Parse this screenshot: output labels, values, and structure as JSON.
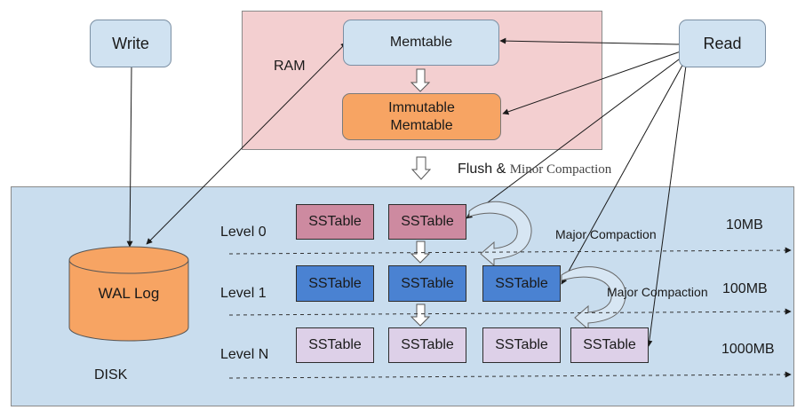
{
  "nodes": {
    "write": "Write",
    "read": "Read",
    "memtable": "Memtable",
    "immutable_line1": "Immutable",
    "immutable_line2": "Memtable",
    "wal": "WAL Log"
  },
  "labels": {
    "ram": "RAM",
    "disk": "DISK",
    "flush_part1": "Flush &",
    "flush_part2": "Minor Compaction",
    "major_compaction_1": "Major Compaction",
    "major_compaction_2": "Major Compaction"
  },
  "levels": [
    {
      "name": "Level 0",
      "size": "10MB",
      "tables": [
        "SSTable",
        "SSTable"
      ]
    },
    {
      "name": "Level 1",
      "size": "100MB",
      "tables": [
        "SSTable",
        "SSTable",
        "SSTable"
      ]
    },
    {
      "name": "Level N",
      "size": "1000MB",
      "tables": [
        "SSTable",
        "SSTable",
        "SSTable",
        "SSTable"
      ]
    }
  ],
  "colors": {
    "ram_bg": "#f3cfd0",
    "disk_bg": "#c9ddee",
    "node_blue": "#d0e2f1",
    "immutable": "#f7a463",
    "level0_sstable": "#cd8aa0",
    "level1_sstable": "#4a82d2",
    "levelN_sstable": "#ddd0e8"
  }
}
